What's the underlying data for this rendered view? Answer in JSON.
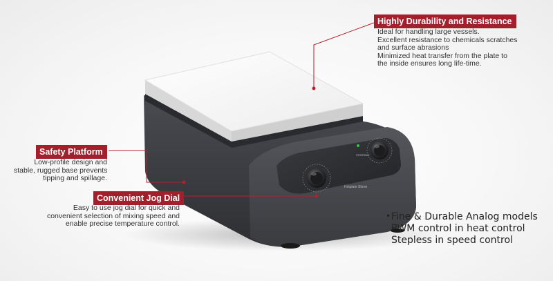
{
  "colors": {
    "accent": "#a31f2b",
    "leader": "#b3202d",
    "text": "#333333",
    "plate": "#f6f6f6",
    "base": "#3b3c40"
  },
  "callouts": {
    "durability": {
      "title": "Highly Durability and Resistance",
      "lines": [
        "Ideal for handling large vessels.",
        "Excellent resistance to chemicals scratches",
        "and surface abrasions",
        "Minimized heat transfer from the plate to",
        "the inside ensures long life-time."
      ]
    },
    "safety": {
      "title": "Safety Platform",
      "lines": [
        "Low-profile design and",
        "stable, rugged base prevents",
        "tipping and spillage."
      ]
    },
    "jog": {
      "title": "Convenient Jog Dial",
      "lines": [
        "Easy to use jog dial for quick and",
        "convenient selection of mixing speed and",
        "enable precise temperature control."
      ]
    }
  },
  "features": {
    "bullet": "•",
    "lines": [
      "Fine & Durable Analog models",
      "PWM control in heat control",
      "Stepless in speed control"
    ]
  }
}
